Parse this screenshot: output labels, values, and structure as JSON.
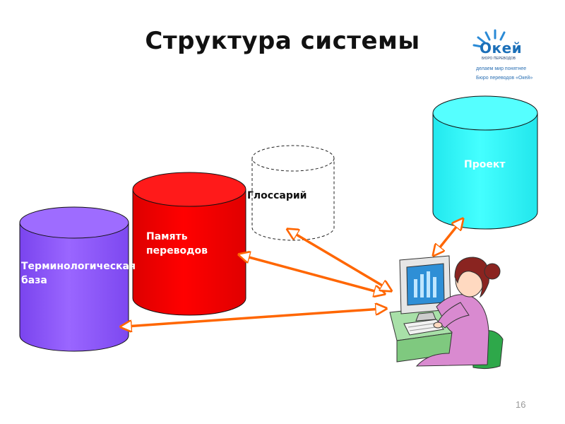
{
  "slide": {
    "title": "Структура системы",
    "page_number": "16"
  },
  "logo": {
    "name": "Окей",
    "subtitle": "БЮРО ПЕРЕВОДОВ",
    "tagline": "делаем мир понятнее",
    "bureau": "Бюро переводов «Окей»"
  },
  "nodes": {
    "term_base": {
      "line1": "Терминологическая",
      "line2": "база",
      "color": "#9966ff"
    },
    "memory": {
      "line1": "Память",
      "line2": "переводов",
      "color": "#ff0000"
    },
    "glossary": {
      "label": "Глоссарий",
      "color": "#ffffff"
    },
    "project": {
      "label": "Проект",
      "color": "#33ffff"
    }
  },
  "arrow_color": "#ff6600",
  "text_color_light": "#ffffff",
  "text_color_dark": "#111111"
}
